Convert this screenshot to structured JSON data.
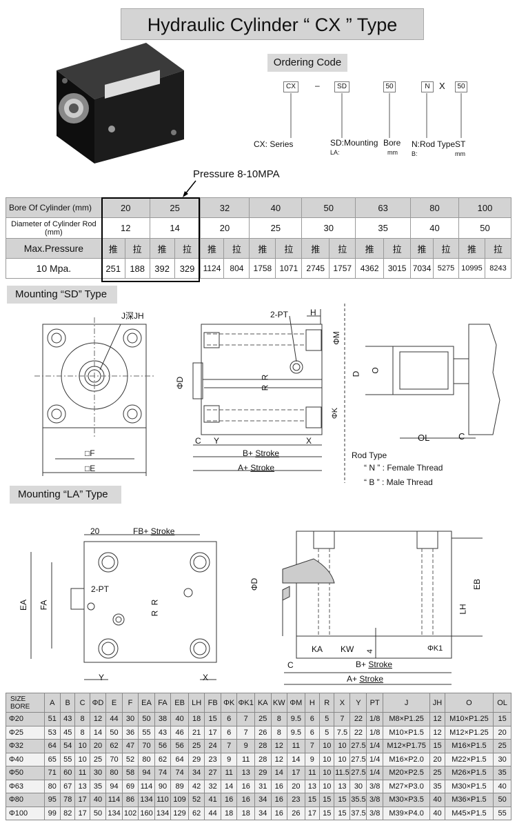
{
  "title": "Hydraulic Cylinder “ CX ” Type",
  "ordering": {
    "label": "Ordering Code",
    "boxes": [
      "CX",
      "SD",
      "50",
      "N",
      "50"
    ],
    "dash": "–",
    "x": "X",
    "series_code": "CX:",
    "series_label": "Series",
    "mount_code": "SD:",
    "mount_label": "Mounting",
    "mount_code2": "LA:",
    "bore_label": "Bore",
    "bore_unit": "mm",
    "rod_code": "N:",
    "rod_label": "Rod Type",
    "rod_code2": "B:",
    "st_label": "ST",
    "st_unit": "mm"
  },
  "pressure_note": "Pressure 8-10MPA",
  "spec": {
    "bore_header": "Bore Of Cylinder (mm)",
    "rod_header1": "Diameter of Cylinder Rod",
    "rod_header2": "(mm)",
    "pressure_header": "Max.Pressure",
    "pressure_value": "10 Mpa.",
    "push": "推",
    "pull": "拉",
    "bores": [
      "20",
      "25",
      "32",
      "40",
      "50",
      "63",
      "80",
      "100"
    ],
    "rods": [
      "12",
      "14",
      "20",
      "25",
      "30",
      "35",
      "40",
      "50"
    ],
    "forces": [
      "251",
      "188",
      "392",
      "329",
      "1124",
      "804",
      "1758",
      "1071",
      "2745",
      "1757",
      "4362",
      "3015",
      "7034",
      "5275",
      "10995",
      "8243"
    ]
  },
  "sd": {
    "label": "Mounting “SD” Type",
    "jh": "J深JH",
    "pt": "2-PT",
    "h": "H",
    "m": "ΦM",
    "d": "ΦD",
    "r": "R",
    "r2": "R",
    "k": "ΦK",
    "c": "C",
    "y": "Y",
    "x": "X",
    "f": "□F",
    "e": "□E",
    "b_stroke": "B+",
    "a_stroke": "A+",
    "stroke": "Stroke",
    "rd": "D",
    "ro": "O",
    "rol": "OL",
    "rc": "C",
    "rod_type": "Rod Type",
    "n_line": "“ N ” : Female Thread",
    "b_line": "“ B ” : Male Thread"
  },
  "la": {
    "label": "Mounting “LA” Type",
    "twenty": "20",
    "fb": "FB+",
    "stroke": "Stroke",
    "pt": "2-PT",
    "ea": "EA",
    "fa": "FA",
    "r": "R",
    "r2": "R",
    "y": "Y",
    "x": "X",
    "d": "ΦD",
    "eb": "EB",
    "lh": "LH",
    "ka": "KA",
    "kw": "KW",
    "four": "4",
    "k1": "ΦK1",
    "c": "C",
    "b_stroke": "B+",
    "a_stroke": "A+"
  },
  "dims": {
    "size": "SIZE",
    "bore": "BORE",
    "cols": [
      "A",
      "B",
      "C",
      "ΦD",
      "E",
      "F",
      "EA",
      "FA",
      "EB",
      "LH",
      "FB",
      "ΦK",
      "ΦK1",
      "KA",
      "KW",
      "ΦM",
      "H",
      "R",
      "X",
      "Y",
      "PT",
      "J",
      "JH",
      "O",
      "OL"
    ],
    "rows": [
      [
        "Φ20",
        "51",
        "43",
        "8",
        "12",
        "44",
        "30",
        "50",
        "38",
        "40",
        "18",
        "15",
        "6",
        "7",
        "25",
        "8",
        "9.5",
        "6",
        "5",
        "7",
        "22",
        "1/8",
        "M8×P1.25",
        "12",
        "M10×P1.25",
        "15"
      ],
      [
        "Φ25",
        "53",
        "45",
        "8",
        "14",
        "50",
        "36",
        "55",
        "43",
        "46",
        "21",
        "17",
        "6",
        "7",
        "26",
        "8",
        "9.5",
        "6",
        "5",
        "7.5",
        "22",
        "1/8",
        "M10×P1.5",
        "12",
        "M12×P1.25",
        "20"
      ],
      [
        "Φ32",
        "64",
        "54",
        "10",
        "20",
        "62",
        "47",
        "70",
        "56",
        "56",
        "25",
        "24",
        "7",
        "9",
        "28",
        "12",
        "11",
        "7",
        "10",
        "10",
        "27.5",
        "1/4",
        "M12×P1.75",
        "15",
        "M16×P1.5",
        "25"
      ],
      [
        "Φ40",
        "65",
        "55",
        "10",
        "25",
        "70",
        "52",
        "80",
        "62",
        "64",
        "29",
        "23",
        "9",
        "11",
        "28",
        "12",
        "14",
        "9",
        "10",
        "10",
        "27.5",
        "1/4",
        "M16×P2.0",
        "20",
        "M22×P1.5",
        "30"
      ],
      [
        "Φ50",
        "71",
        "60",
        "11",
        "30",
        "80",
        "58",
        "94",
        "74",
        "74",
        "34",
        "27",
        "11",
        "13",
        "29",
        "14",
        "17",
        "11",
        "10",
        "11.5",
        "27.5",
        "1/4",
        "M20×P2.5",
        "25",
        "M26×P1.5",
        "35"
      ],
      [
        "Φ63",
        "80",
        "67",
        "13",
        "35",
        "94",
        "69",
        "114",
        "90",
        "89",
        "42",
        "32",
        "14",
        "16",
        "31",
        "16",
        "20",
        "13",
        "10",
        "13",
        "30",
        "3/8",
        "M27×P3.0",
        "35",
        "M30×P1.5",
        "40"
      ],
      [
        "Φ80",
        "95",
        "78",
        "17",
        "40",
        "114",
        "86",
        "134",
        "110",
        "109",
        "52",
        "41",
        "16",
        "16",
        "34",
        "16",
        "23",
        "15",
        "15",
        "15",
        "35.5",
        "3/8",
        "M30×P3.5",
        "40",
        "M36×P1.5",
        "50"
      ],
      [
        "Φ100",
        "99",
        "82",
        "17",
        "50",
        "134",
        "102",
        "160",
        "134",
        "129",
        "62",
        "44",
        "18",
        "18",
        "34",
        "16",
        "26",
        "17",
        "15",
        "15",
        "37.5",
        "3/8",
        "M39×P4.0",
        "40",
        "M45×P1.5",
        "55"
      ]
    ]
  }
}
